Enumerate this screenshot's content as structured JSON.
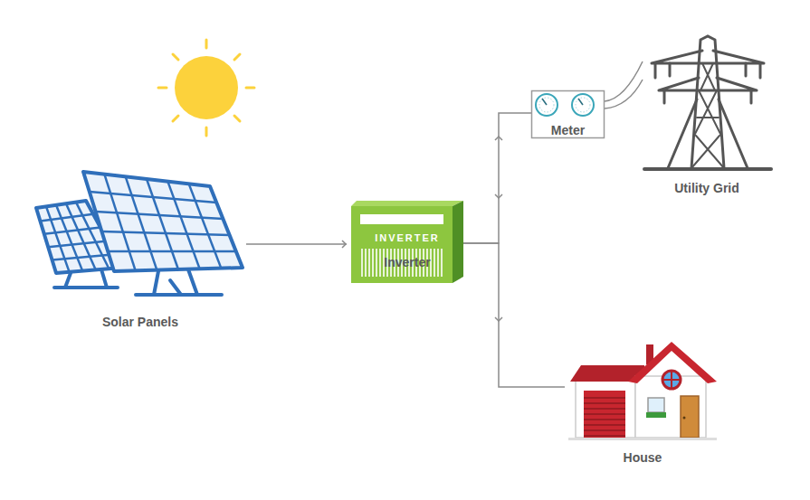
{
  "diagram": {
    "nodes": [
      {
        "text": [
          "Solar Panels"
        ]
      },
      {
        "text": [
          "INVERTER",
          "Inverter"
        ]
      },
      {
        "text": [
          "Meter"
        ]
      },
      {
        "text": [
          "Utility Grid"
        ]
      },
      {
        "text": [
          "House"
        ]
      }
    ],
    "edges": [
      {
        "from": 0,
        "to": 1,
        "arrow": "to"
      },
      {
        "from": 1,
        "to": 2,
        "arrow": "both"
      },
      {
        "from": 1,
        "to": 4,
        "arrow": "to"
      },
      {
        "from": 2,
        "to": 3,
        "arrow": "none"
      }
    ]
  }
}
